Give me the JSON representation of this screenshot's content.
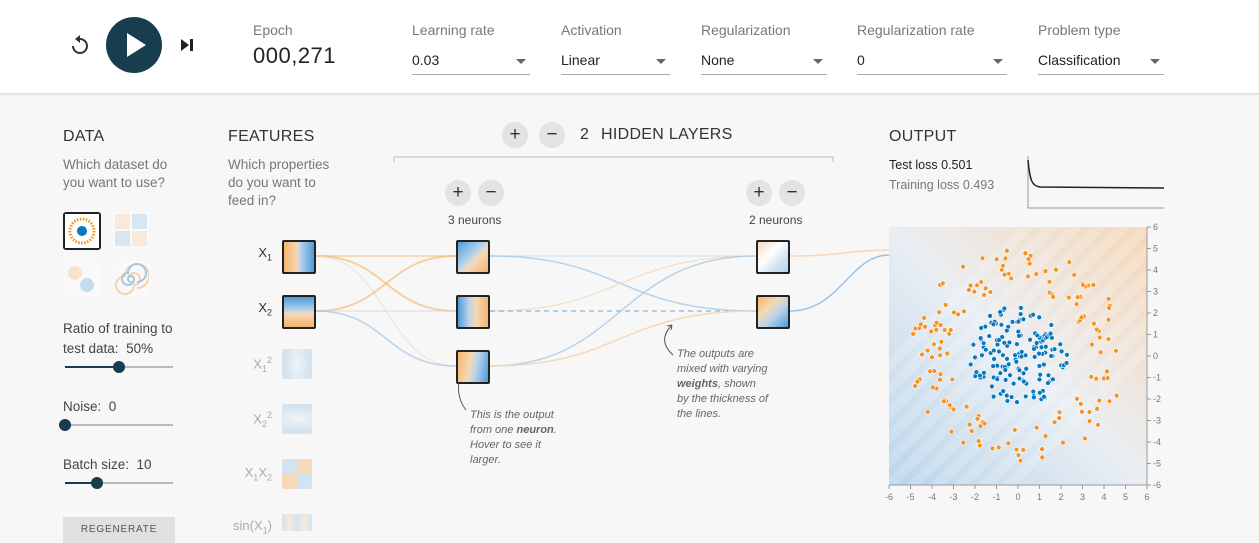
{
  "controls": {
    "reset_icon": "reset-icon",
    "play_icon": "play-icon",
    "step_icon": "step-icon",
    "epoch_label": "Epoch",
    "epoch_value": "000,271",
    "learning_rate_label": "Learning rate",
    "learning_rate_value": "0.03",
    "activation_label": "Activation",
    "activation_value": "Linear",
    "regularization_label": "Regularization",
    "regularization_value": "None",
    "reg_rate_label": "Regularization rate",
    "reg_rate_value": "0",
    "problem_type_label": "Problem type",
    "problem_type_value": "Classification"
  },
  "data_panel": {
    "title": "DATA",
    "subtitle_1": "Which dataset do",
    "subtitle_2": "you want to use?",
    "datasets": [
      "circle",
      "xor",
      "gaussian",
      "spiral"
    ],
    "selected_dataset": "circle",
    "ratio_label_1": "Ratio of training to",
    "ratio_label_2": "test data:",
    "ratio_value": "50%",
    "ratio_fraction": 0.5,
    "noise_label": "Noise:",
    "noise_value": "0",
    "noise_fraction": 0,
    "batch_label": "Batch size:",
    "batch_value": "10",
    "batch_fraction": 0.3,
    "regenerate_label": "REGENERATE"
  },
  "features_panel": {
    "title": "FEATURES",
    "subtitle_1": "Which properties",
    "subtitle_2": "do you want to",
    "subtitle_3": "feed in?",
    "features": [
      {
        "id": "x1",
        "label": "X",
        "sub": "1",
        "sup": "",
        "active": true
      },
      {
        "id": "x2",
        "label": "X",
        "sub": "2",
        "sup": "",
        "active": true
      },
      {
        "id": "x1sq",
        "label": "X",
        "sub": "1",
        "sup": "2",
        "active": false
      },
      {
        "id": "x2sq",
        "label": "X",
        "sub": "2",
        "sup": "2",
        "active": false
      },
      {
        "id": "x1x2",
        "label": "X",
        "sub": "1",
        "sup": "",
        "active": false
      },
      {
        "id": "sinx1",
        "label": "sin(X",
        "sub": "1",
        "sup": "",
        "active": false
      }
    ]
  },
  "network": {
    "plus": "+",
    "minus": "−",
    "hidden_layers_count": "2",
    "hidden_layers_label": "HIDDEN LAYERS",
    "layers": [
      {
        "neurons_label": "3 neurons"
      },
      {
        "neurons_label": "2 neurons"
      }
    ],
    "note_neuron_1": "This is the output",
    "note_neuron_2": "from one",
    "note_neuron_bold": "neuron",
    "note_neuron_3": "Hover to see it",
    "note_neuron_4": "larger.",
    "note_weights_1": "The outputs are",
    "note_weights_2": "mixed with varying",
    "note_weights_bold": "weights",
    "note_weights_3": ", shown",
    "note_weights_4": "by the thickness of",
    "note_weights_5": "the lines."
  },
  "output": {
    "title": "OUTPUT",
    "test_loss_label": "Test loss",
    "test_loss_value": "0.501",
    "training_loss_label": "Training loss",
    "training_loss_value": "0.493",
    "axis_ticks": [
      "-6",
      "-5",
      "-4",
      "-3",
      "-2",
      "-1",
      "0",
      "1",
      "2",
      "3",
      "4",
      "5",
      "6"
    ],
    "y_ticks": [
      "6",
      "5",
      "4",
      "3",
      "2",
      "1",
      "0",
      "-1",
      "-2",
      "-3",
      "-4",
      "-5",
      "-6"
    ],
    "colors": {
      "orange": "#f59322",
      "blue": "#0877bd",
      "bg_orange": "#f8dcc4",
      "bg_blue": "#c9dff0"
    }
  }
}
